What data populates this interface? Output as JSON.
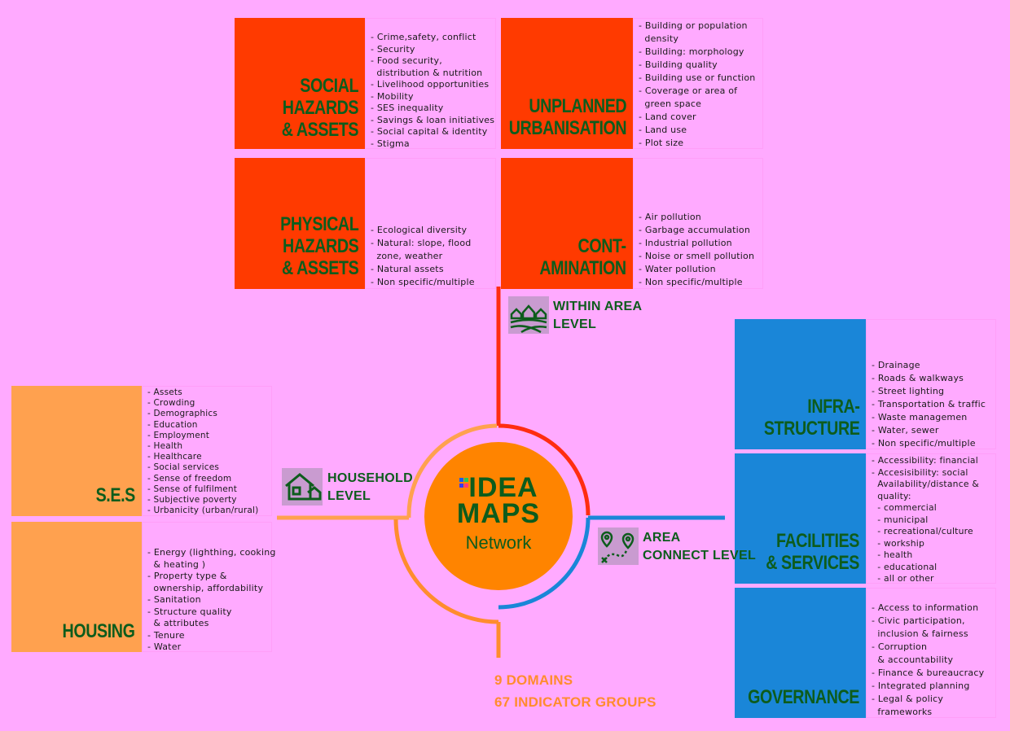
{
  "colors": {
    "background": "#ffaaff",
    "within_area": "#ff3a00",
    "area_connect": "#1a86d8",
    "household": "#ffa14f",
    "title_text": "#0d5c1c",
    "center": "#ff8400"
  },
  "center": {
    "line1": "IDEA",
    "line2": "MAPS",
    "line3": "Network"
  },
  "levels": {
    "within_area": "WITHIN AREA\nLEVEL",
    "household": "HOUSEHOLD\nLEVEL",
    "area_connect": "AREA\nCONNECT LEVEL"
  },
  "footer": {
    "line1": "9 DOMAINS",
    "line2": "67 INDICATOR GROUPS"
  },
  "domains": {
    "social": {
      "title": "SOCIAL\nHAZARDS\n& ASSETS",
      "items": [
        "- Crime,safety, conflict",
        "- Security",
        "- Food security,",
        "  distribution & nutrition",
        "- Livelihood opportunities",
        "- Mobility",
        "- SES inequality",
        "- Savings & loan initiatives",
        "- Social capital & identity",
        "- Stigma"
      ]
    },
    "unplanned": {
      "title": "UNPLANNED\nURBANISATION",
      "items": [
        "- Building or population",
        "  density",
        "- Building: morphology",
        "- Building quality",
        "- Building use or function",
        "- Coverage or area of",
        "  green space",
        "- Land cover",
        "- Land use",
        "- Plot size"
      ]
    },
    "physical": {
      "title": "PHYSICAL\nHAZARDS\n& ASSETS",
      "items": [
        "- Ecological diversity",
        "- Natural: slope, flood",
        "  zone, weather",
        "- Natural assets",
        "- Non specific/multiple"
      ]
    },
    "contamination": {
      "title": "CONT-\nAMINATION",
      "items": [
        "- Air pollution",
        "- Garbage accumulation",
        "- Industrial pollution",
        "- Noise or smell pollution",
        "- Water pollution",
        "- Non specific/multiple"
      ]
    },
    "ses": {
      "title": "S.E.S",
      "items": [
        "- Assets",
        "- Crowding",
        "- Demographics",
        "- Education",
        "- Employment",
        "- Health",
        "- Healthcare",
        "- Social services",
        "- Sense of freedom",
        "- Sense of fulfilment",
        "- Subjective poverty",
        "- Urbanicity (urban/rural)"
      ]
    },
    "housing": {
      "title": "HOUSING",
      "items": [
        "- Energy (lighthing, cooking",
        "  & heating )",
        "- Property type &",
        "  ownership, affordability",
        "- Sanitation",
        "- Structure quality",
        "  & attributes",
        "- Tenure",
        "- Water"
      ]
    },
    "infrastructure": {
      "title": "INFRA-\nSTRUCTURE",
      "items": [
        "- Drainage",
        "- Roads & walkways",
        "- Street lighting",
        "- Transportation & traffic",
        "- Waste managemen",
        "- Water, sewer",
        "- Non specific/multiple"
      ]
    },
    "facilities": {
      "title": "FACILITIES\n&  SERVICES",
      "items": [
        "- Accessibility: financial",
        "- Accesisibility: social",
        "  Availability/distance &",
        "  quality:",
        "  - commercial",
        "  - municipal",
        "  - recreational/culture",
        "  - workship",
        "  - health",
        "  - educational",
        "  - all or other"
      ]
    },
    "governance": {
      "title": "GOVERNANCE",
      "items": [
        "- Access to information",
        "- Civic participation,",
        "  inclusion & fairness",
        "- Corruption",
        "  & accountability",
        "- Finance & bureaucracy",
        "- Integrated planning",
        "- Legal & policy",
        "  frameworks"
      ]
    }
  },
  "icons": {
    "within_area": "village-landscape-icon",
    "household": "house-icon",
    "area_connect": "route-map-pin-icon"
  }
}
